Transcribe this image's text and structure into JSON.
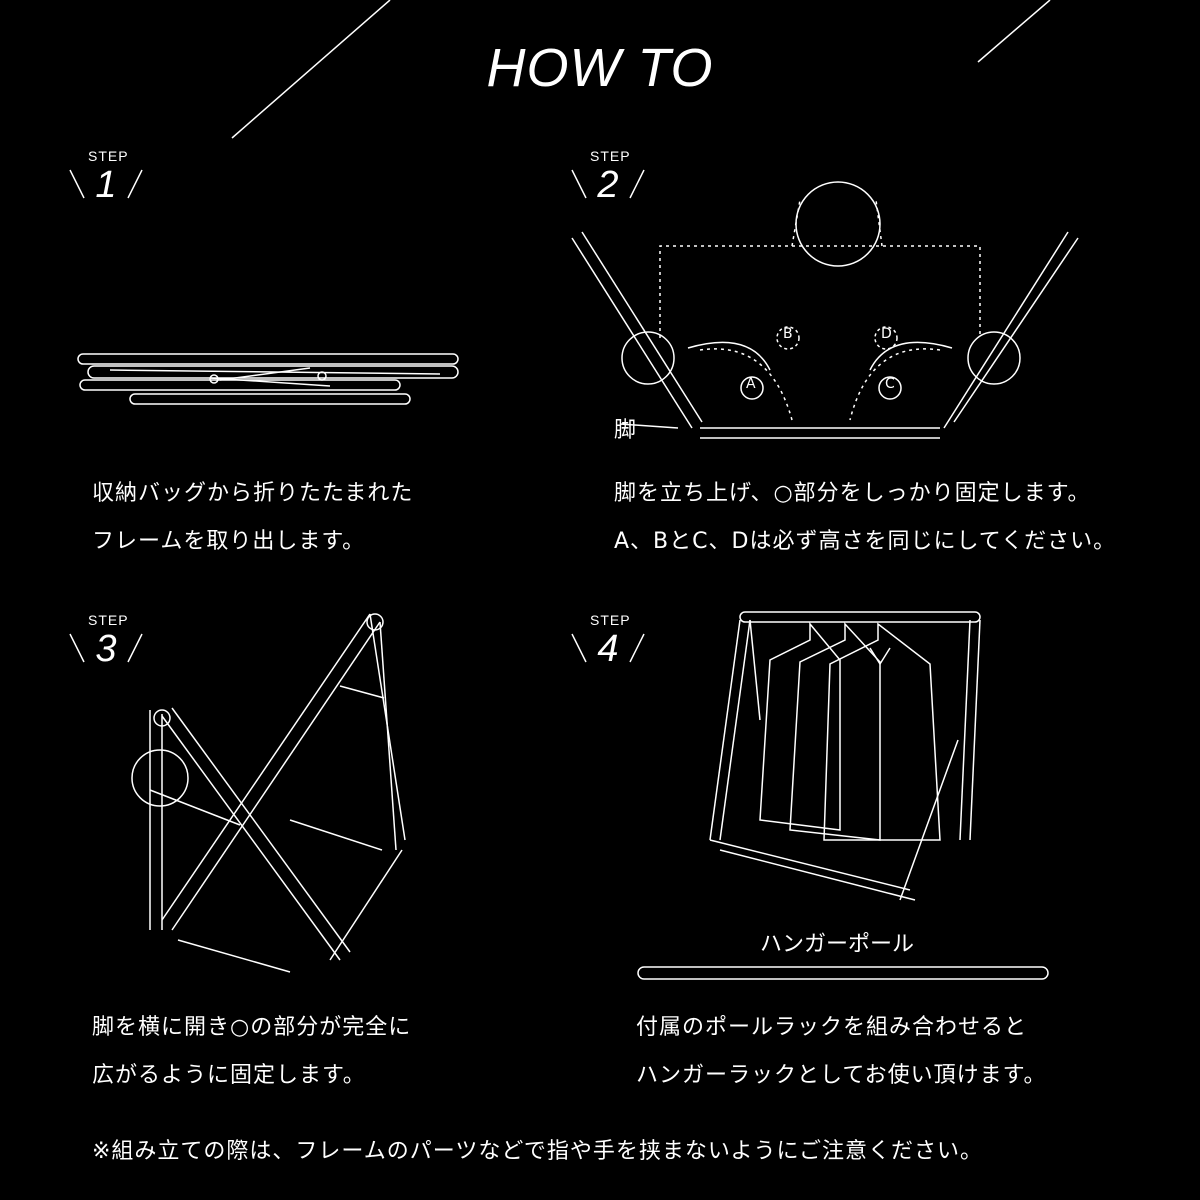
{
  "title": "HOW TO",
  "steps": [
    {
      "label": "STEP",
      "number": "1",
      "lines": [
        "収納バッグから折りたたまれた",
        "フレームを取り出します。"
      ]
    },
    {
      "label": "STEP",
      "number": "2",
      "lines": [
        "脚を立ち上げ、○部分をしっかり固定します。",
        "A、BとC、Dは必ず高さを同じにしてください。"
      ],
      "callouts": {
        "leg": "脚",
        "a": "A",
        "b": "B",
        "c": "C",
        "d": "D"
      }
    },
    {
      "label": "STEP",
      "number": "3",
      "lines": [
        "脚を横に開き○の部分が完全に",
        "広がるように固定します。"
      ]
    },
    {
      "label": "STEP",
      "number": "4",
      "lines": [
        "付属のポールラックを組み合わせると",
        "ハンガーラックとしてお使い頂けます。"
      ],
      "pole_label": "ハンガーポール"
    }
  ],
  "footnote": "※組み立ての際は、フレームのパーツなどで指や手を挟まないようにご注意ください。",
  "colors": {
    "background": "#000000",
    "foreground": "#ffffff"
  }
}
